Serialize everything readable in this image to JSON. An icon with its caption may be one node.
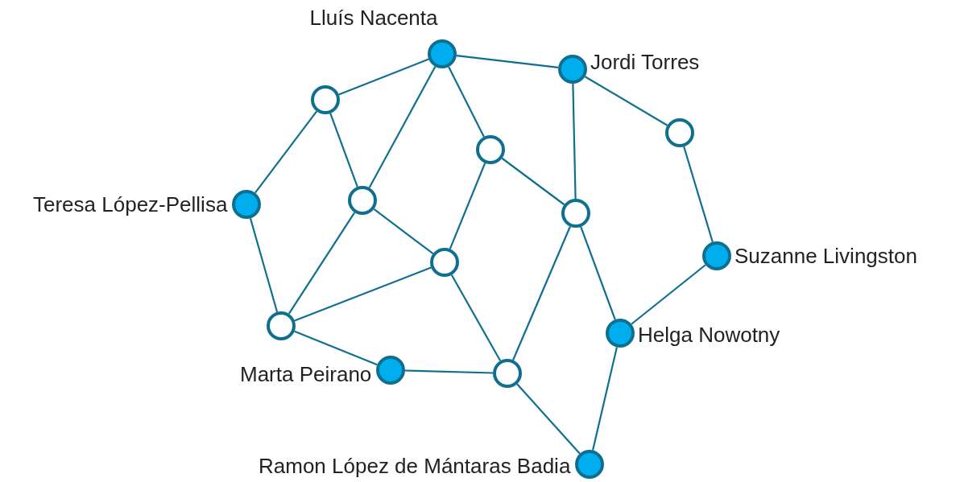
{
  "diagram": {
    "nodes": [
      {
        "text": [],
        "shape": "circle",
        "beside": [
          "Lluís Nacenta"
        ]
      },
      {
        "text": [],
        "shape": "circle",
        "beside": [
          "Jordi Torres"
        ]
      },
      {
        "text": [],
        "shape": "circle"
      },
      {
        "text": [],
        "shape": "circle"
      },
      {
        "text": [],
        "shape": "circle"
      },
      {
        "text": [],
        "shape": "circle",
        "beside": [
          "Teresa López-Pellisa"
        ]
      },
      {
        "text": [],
        "shape": "circle"
      },
      {
        "text": [],
        "shape": "circle"
      },
      {
        "text": [],
        "shape": "circle",
        "beside": [
          "Suzanne Livingston"
        ]
      },
      {
        "text": [],
        "shape": "circle"
      },
      {
        "text": [],
        "shape": "circle"
      },
      {
        "text": [],
        "shape": "circle",
        "beside": [
          "Helga Nowotny"
        ]
      },
      {
        "text": [],
        "shape": "circle",
        "beside": [
          "Marta Peirano"
        ]
      },
      {
        "text": [],
        "shape": "circle"
      },
      {
        "text": [],
        "shape": "circle",
        "beside": [
          "Ramon López de Mántaras Badia"
        ]
      }
    ],
    "edges": [
      {
        "from": 0,
        "to": 1,
        "arrow": "none"
      },
      {
        "from": 0,
        "to": 2,
        "arrow": "none"
      },
      {
        "from": 0,
        "to": 6,
        "arrow": "none"
      },
      {
        "from": 0,
        "to": 4,
        "arrow": "none"
      },
      {
        "from": 1,
        "to": 7,
        "arrow": "none"
      },
      {
        "from": 1,
        "to": 3,
        "arrow": "none"
      },
      {
        "from": 2,
        "to": 5,
        "arrow": "none"
      },
      {
        "from": 2,
        "to": 6,
        "arrow": "none"
      },
      {
        "from": 4,
        "to": 9,
        "arrow": "none"
      },
      {
        "from": 4,
        "to": 7,
        "arrow": "none"
      },
      {
        "from": 3,
        "to": 8,
        "arrow": "none"
      },
      {
        "from": 5,
        "to": 10,
        "arrow": "none"
      },
      {
        "from": 6,
        "to": 10,
        "arrow": "none"
      },
      {
        "from": 6,
        "to": 9,
        "arrow": "none"
      },
      {
        "from": 9,
        "to": 10,
        "arrow": "none"
      },
      {
        "from": 9,
        "to": 13,
        "arrow": "none"
      },
      {
        "from": 7,
        "to": 13,
        "arrow": "none"
      },
      {
        "from": 7,
        "to": 11,
        "arrow": "none"
      },
      {
        "from": 8,
        "to": 11,
        "arrow": "none"
      },
      {
        "from": 10,
        "to": 12,
        "arrow": "none"
      },
      {
        "from": 12,
        "to": 13,
        "arrow": "none"
      },
      {
        "from": 13,
        "to": 14,
        "arrow": "none"
      },
      {
        "from": 11,
        "to": 14,
        "arrow": "none"
      }
    ]
  }
}
